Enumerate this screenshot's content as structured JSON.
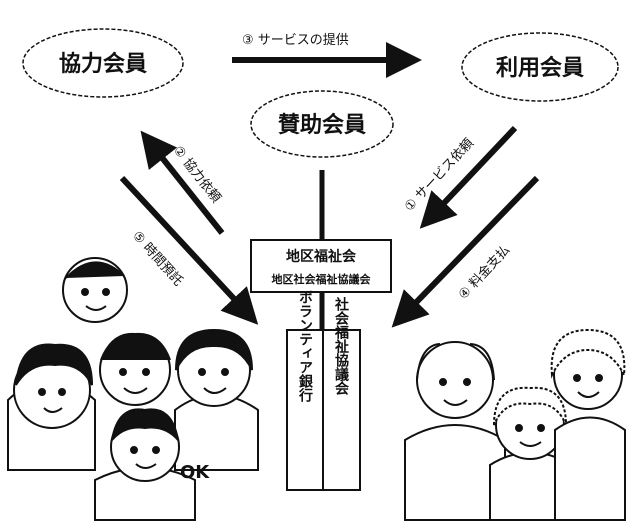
{
  "nodes": {
    "cooperating_member": "協力会員",
    "using_member": "利用会員",
    "supporting_member": "賛助会員",
    "district_council": "地区福祉会",
    "district_council_sub": "地区社会福祉協議会",
    "volunteer_bank": "ボランティア銀行",
    "social_welfare_council": "社会福祉協議会"
  },
  "flows": {
    "f1": "① サービス依頼",
    "f2": "② 協力依頼",
    "f3": "③ サービスの提供",
    "f4": "④ 料金支払",
    "f5": "⑤ 時間預託"
  },
  "colors": {
    "ink": "#111111",
    "paper": "#ffffff"
  },
  "illustrations": {
    "left_group": "helper-group-illustration",
    "right_group": "elderly-group-illustration",
    "badge_text": "OK"
  }
}
